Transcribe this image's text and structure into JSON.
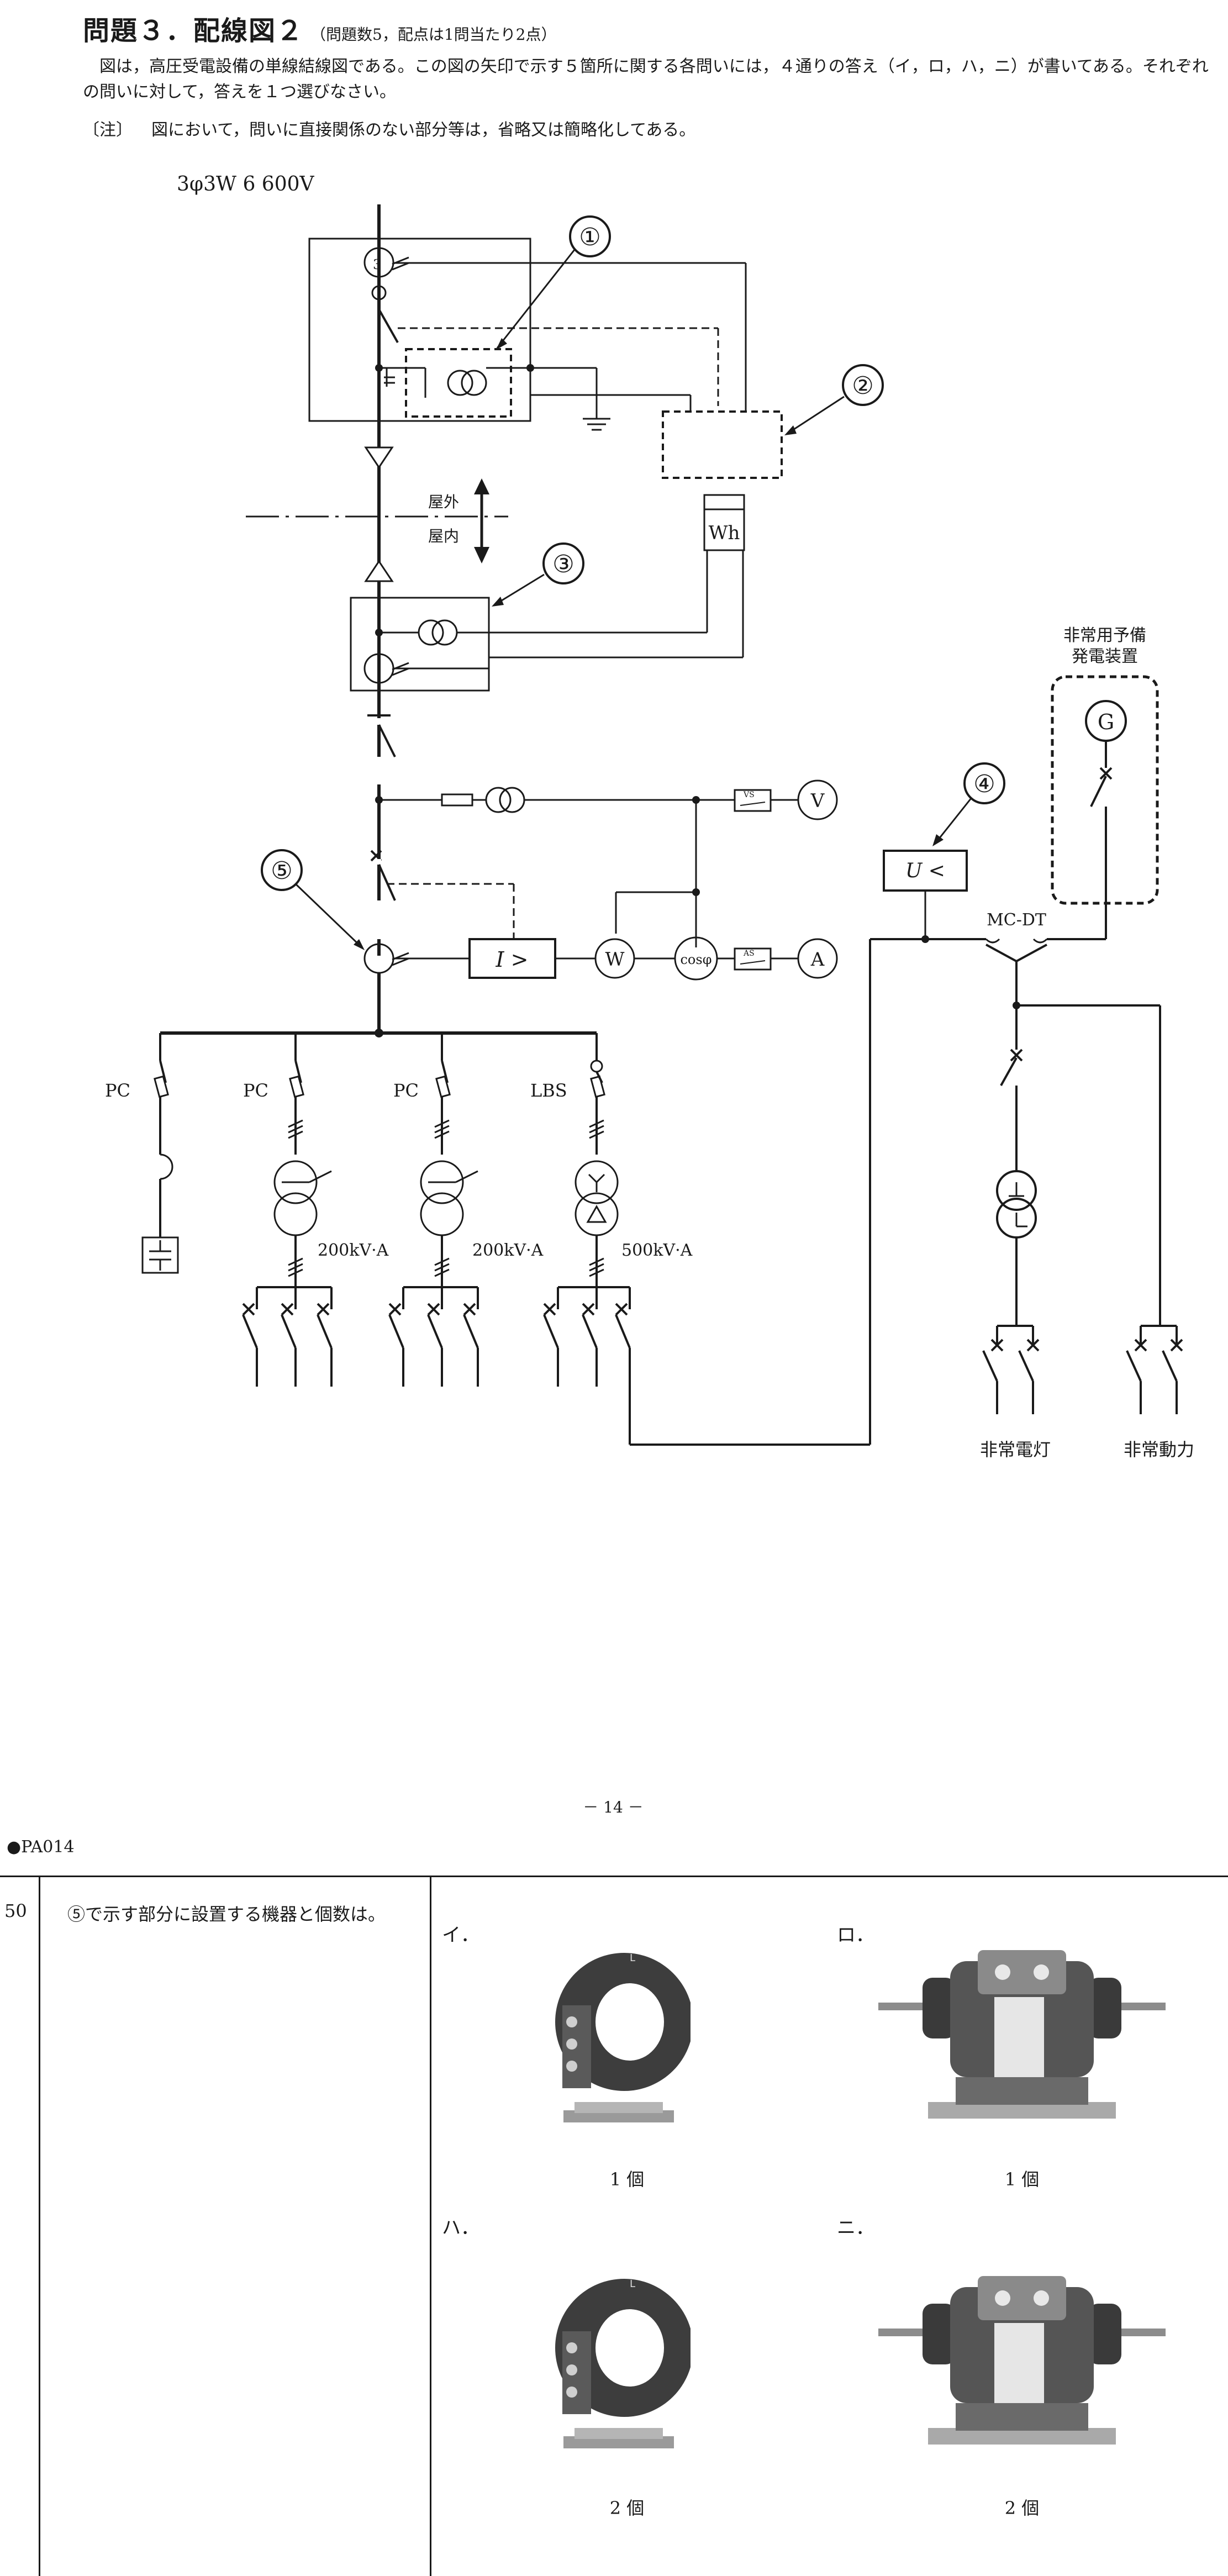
{
  "header": {
    "title": "問題３．配線図２",
    "subtitle": "（問題数5，配点は1問当たり2点）",
    "intro": "図は，高圧受電設備の単線結線図である。この図の矢印で示す５箇所に関する各問いには，４通りの答え（イ，ロ，ハ，ニ）が書いてある。それぞれの問いに対して，答えを１つ選びなさい。",
    "note_label": "〔注〕",
    "note_text": "図において，問いに直接関係のない部分等は，省略又は簡略化してある。"
  },
  "diagram": {
    "supply_label": "3φ3W  6 600V",
    "callouts": [
      "①",
      "②",
      "③",
      "④",
      "⑤"
    ],
    "outdoor_label": "屋外",
    "indoor_label": "屋内",
    "wh_label": "Wh",
    "emergency_gen_line1": "非常用予備",
    "emergency_gen_line2": "発電装置",
    "gen_symbol": "G",
    "uv_relay": "U <",
    "oc_relay": "I >",
    "mc_dt": "MC-DT",
    "meter_v": "V",
    "meter_w": "W",
    "meter_cos": "cosφ",
    "meter_a": "A",
    "switch_vs": "VS",
    "switch_as": "AS",
    "feeder_labels": [
      "PC",
      "PC",
      "PC",
      "LBS"
    ],
    "transformer_ratings": [
      "200kV·A",
      "200kV·A",
      "500kV·A"
    ],
    "emergency_light": "非常電灯",
    "emergency_power": "非常動力"
  },
  "footer": {
    "page_number": "－ 14 －",
    "doc_id": "●PA014"
  },
  "question": {
    "number": "50",
    "text": "⑤で示す部分に設置する機器と個数は。",
    "options": [
      {
        "label": "イ．",
        "caption": "1 個",
        "device": "zct-icon"
      },
      {
        "label": "ロ．",
        "caption": "1 個",
        "device": "ct-icon"
      },
      {
        "label": "ハ．",
        "caption": "2 個",
        "device": "zct-icon"
      },
      {
        "label": "ニ．",
        "caption": "2 個",
        "device": "ct-icon"
      }
    ]
  }
}
